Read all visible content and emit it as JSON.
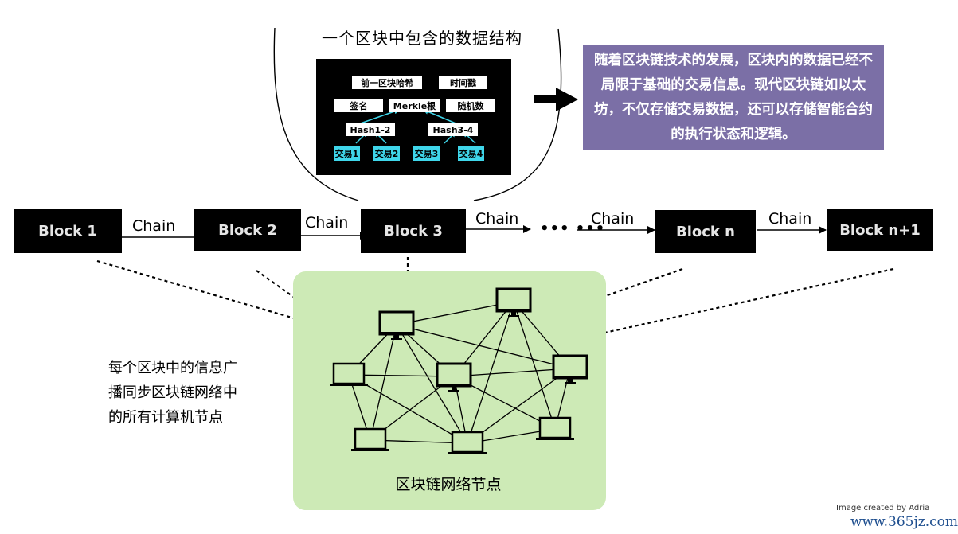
{
  "data_structure": {
    "title": "一个区块中包含的数据结构",
    "fields": {
      "prev_hash": "前一区块哈希",
      "timestamp": "时间戳",
      "signature": "签名",
      "merkle_root": "Merkle根",
      "nonce": "随机数",
      "hash12": "Hash1-2",
      "hash34": "Hash3-4"
    },
    "transactions": [
      "交易1",
      "交易2",
      "交易3",
      "交易4"
    ]
  },
  "note": {
    "text": "随着区块链技术的发展，区块内的数据已经不局限于基础的交易信息。现代区块链如以太坊，不仅存储交易数据，还可以存储智能合约的执行状态和逻辑。",
    "background": "#7b6fa6"
  },
  "chain": {
    "blocks": [
      "Block 1",
      "Block 2",
      "Block 3",
      "Block n",
      "Block n+1"
    ],
    "link_label": "Chain",
    "ellipsis": "••• •••"
  },
  "network": {
    "label": "区块链网络节点",
    "background": "#cdeab6",
    "nodes": [
      {
        "id": "A",
        "type": "desktop"
      },
      {
        "id": "B",
        "type": "desktop"
      },
      {
        "id": "C",
        "type": "laptop"
      },
      {
        "id": "D",
        "type": "desktop"
      },
      {
        "id": "E",
        "type": "desktop"
      },
      {
        "id": "F",
        "type": "laptop"
      },
      {
        "id": "G",
        "type": "laptop"
      },
      {
        "id": "H",
        "type": "laptop"
      }
    ],
    "edges": [
      [
        "A",
        "B"
      ],
      [
        "A",
        "C"
      ],
      [
        "A",
        "D"
      ],
      [
        "A",
        "E"
      ],
      [
        "A",
        "F"
      ],
      [
        "A",
        "G"
      ],
      [
        "B",
        "D"
      ],
      [
        "B",
        "E"
      ],
      [
        "B",
        "G"
      ],
      [
        "B",
        "H"
      ],
      [
        "C",
        "D"
      ],
      [
        "C",
        "F"
      ],
      [
        "C",
        "G"
      ],
      [
        "D",
        "E"
      ],
      [
        "D",
        "F"
      ],
      [
        "D",
        "G"
      ],
      [
        "D",
        "H"
      ],
      [
        "E",
        "G"
      ],
      [
        "E",
        "H"
      ],
      [
        "F",
        "G"
      ],
      [
        "G",
        "H"
      ]
    ]
  },
  "side_text": {
    "lines": [
      "每个区块中的信息广",
      "播同步区块链网络中",
      "的所有计算机节点"
    ]
  },
  "credit": "Image created by Adria",
  "watermark": "www.365jz.com"
}
